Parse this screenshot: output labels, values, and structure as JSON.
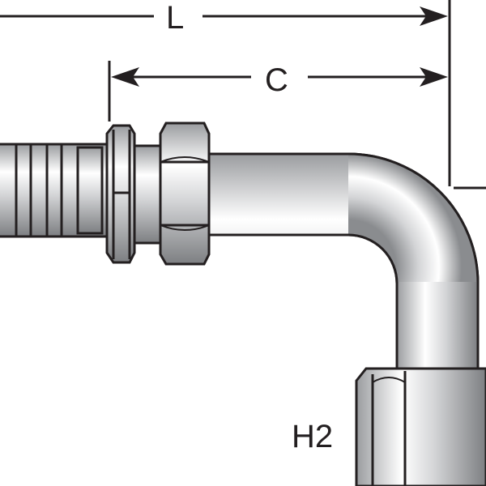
{
  "diagram": {
    "dimensions": {
      "length_label": "L",
      "cutoff_label": "C",
      "hex_label": "H2"
    },
    "colors": {
      "line": "#231f20",
      "metal_light": "#ffffff",
      "metal_dark": "#8a8c8f"
    }
  }
}
